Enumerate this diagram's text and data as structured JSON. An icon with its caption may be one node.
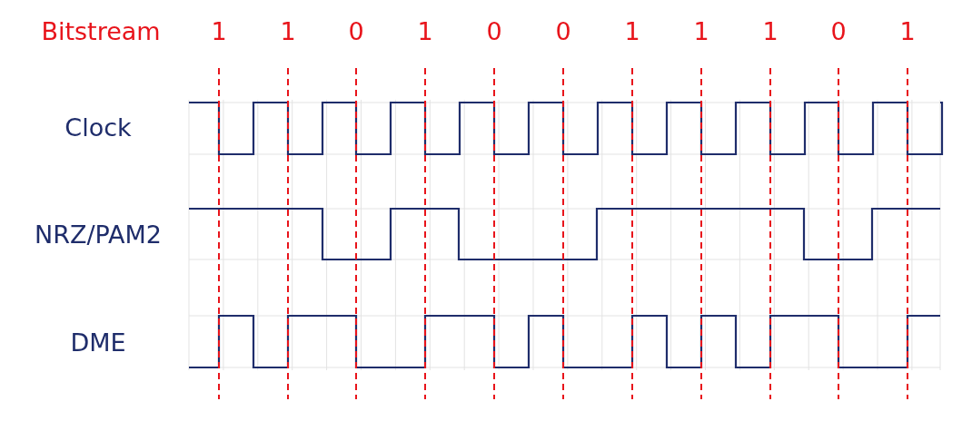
{
  "diagram": {
    "labels": [
      "Bitstream",
      "1",
      "1",
      "0",
      "1",
      "0",
      "0",
      "1",
      "1",
      "1",
      "0",
      "1",
      "Clock",
      "NRZ/PAM2",
      "DME"
    ]
  }
}
